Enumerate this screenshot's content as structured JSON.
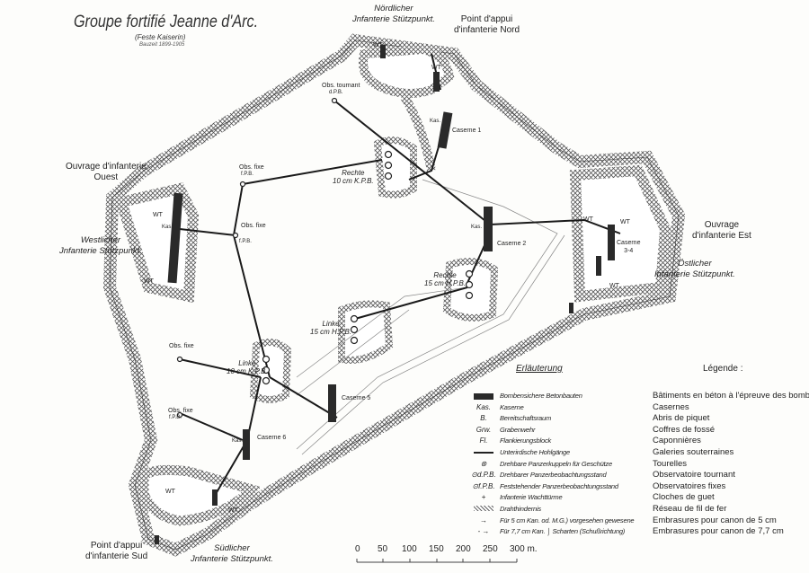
{
  "title": "Groupe fortifié Jeanne d'Arc.",
  "subtitle": "(Feste Kaiserin)",
  "dates": "Bauzeit 1899-1905",
  "labels": {
    "north_de": [
      "Nördlicher",
      "Jnfanterie Stützpunkt."
    ],
    "north_fr": [
      "Point d'appui",
      "d'infanterie Nord"
    ],
    "west_fr": [
      "Ouvrage d'infanterie",
      "Ouest"
    ],
    "west_de": [
      "Westlicher",
      "Jnfanterie Stützpunkt."
    ],
    "east_fr": [
      "Ouvrage",
      "d'infanterie Est"
    ],
    "east_de": [
      "Östlicher",
      "Infanterie Stützpunkt."
    ],
    "south_fr": [
      "Point d'appui",
      "d'infanterie Sud"
    ],
    "south_de": [
      "Südlicher",
      "Jnfanterie Stützpunkt."
    ],
    "obs_tournant": "Obs. tournant",
    "dpb": "d.P.B.",
    "fpb": "f.P.B.",
    "obs_fixe": "Obs. fixe",
    "kas": "Kas.",
    "wt": "WT",
    "caserne1": "Caserne 1",
    "caserne2": "Caserne 2",
    "caserne34": [
      "Caserne",
      "3-4"
    ],
    "caserne5": "Caserne 5",
    "caserne6": "Caserne 6",
    "rechte10": [
      "Rechte",
      "10 cm K.P.B."
    ],
    "rechte15": [
      "Rechte",
      "15 cm H.P.B."
    ],
    "linke15": [
      "Linke",
      "15 cm H.P.B."
    ],
    "linke10": [
      "Linke",
      "10 cm K.P.B."
    ]
  },
  "legend": {
    "title_de": "Erläuterung",
    "title_fr": "Légende :",
    "rows": [
      {
        "sym": "",
        "de": "Bombensichere Betonbauten",
        "fr": "Bâtiments en béton à l'épreuve des bombes"
      },
      {
        "sym": "Kas.",
        "de": "Kaserne",
        "fr": "Casernes"
      },
      {
        "sym": "B.",
        "de": "Bereitschaftsraum",
        "fr": "Abris de piquet"
      },
      {
        "sym": "Grw.",
        "de": "Grabenwehr",
        "fr": "Coffres de fossé"
      },
      {
        "sym": "Fl.",
        "de": "Flankierungsblock",
        "fr": "Caponnières"
      },
      {
        "sym": "",
        "de": "Unterirdische Hohlgänge",
        "fr": "Galeries souterraines"
      },
      {
        "sym": "⊛",
        "de": "Drehbare Panzerkuppeln für Geschütze",
        "fr": "Tourelles"
      },
      {
        "sym": "⊙d.P.B.",
        "de": "Drehbarer Panzerbeobachtungsstand",
        "fr": "Observatoire tournant"
      },
      {
        "sym": "⊙f.P.B.",
        "de": "Feststehender Panzerbeobachtungsstand",
        "fr": "Observatoires fixes"
      },
      {
        "sym": "+",
        "de": "Infanterie Wachttürme",
        "fr": "Cloches de guet"
      },
      {
        "sym": "",
        "de": "Drahthindernis",
        "fr": "Réseau de fil de fer"
      },
      {
        "sym": "→",
        "de": "Für 5 cm Kan. od. M.G.) vorgesehen gewesene",
        "fr": "Embrasures pour canon de 5 cm"
      },
      {
        "sym": "- →",
        "de": "Für 7,7 cm Kan.  ⌡ Scharten (Schußrichtung)",
        "fr": "Embrasures pour canon de 7,7 cm"
      }
    ]
  },
  "scale": {
    "ticks": [
      "0",
      "50",
      "100",
      "150",
      "200",
      "250",
      "300 m."
    ]
  },
  "colors": {
    "ink": "#222222",
    "concrete": "#2a2a2a",
    "paper": "#fdfdfb"
  }
}
